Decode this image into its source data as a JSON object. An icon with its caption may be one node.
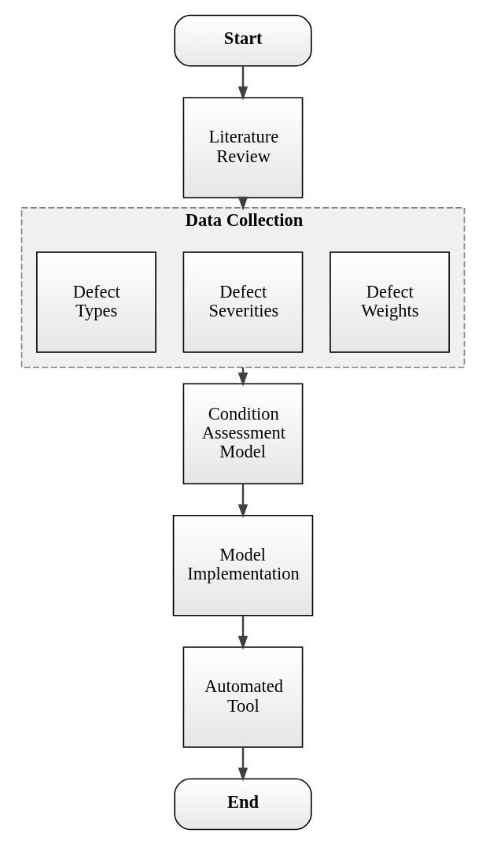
{
  "diagram": {
    "nodes": [
      {
        "text": [
          "Start"
        ]
      },
      {
        "text": [
          "Literature Review"
        ]
      },
      {
        "text": [
          "Data Collection"
        ]
      },
      {
        "text": [
          "Defect Types"
        ],
        "in": 2
      },
      {
        "text": [
          "Defect Severities"
        ],
        "in": 2
      },
      {
        "text": [
          "Defect Weights"
        ],
        "in": 2
      },
      {
        "text": [
          "Condition Assessment Model"
        ]
      },
      {
        "text": [
          "Model Implementation"
        ]
      },
      {
        "text": [
          "Automated Tool"
        ]
      },
      {
        "text": [
          "End"
        ]
      }
    ],
    "edges": [
      {
        "from": 0,
        "to": 1,
        "arrow": "to"
      },
      {
        "from": 1,
        "to": 2,
        "arrow": "to"
      },
      {
        "from": 2,
        "to": 6,
        "arrow": "to"
      },
      {
        "from": 6,
        "to": 7,
        "arrow": "to"
      },
      {
        "from": 7,
        "to": 8,
        "arrow": "to"
      },
      {
        "from": 8,
        "to": 9,
        "arrow": "to"
      }
    ]
  }
}
